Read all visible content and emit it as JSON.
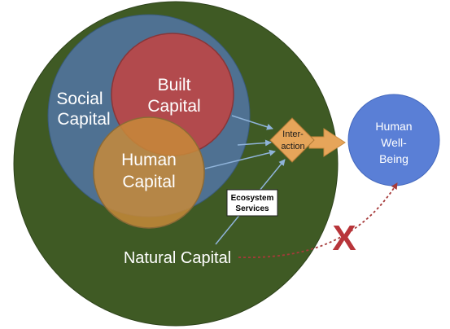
{
  "nodes": {
    "social": {
      "line1": "Social",
      "line2": "Capital"
    },
    "built": {
      "line1": "Built",
      "line2": "Capital"
    },
    "human": {
      "line1": "Human",
      "line2": "Capital"
    },
    "natural": {
      "label": "Natural Capital"
    },
    "ecosystem": {
      "line1": "Ecosystem",
      "line2": "Services"
    },
    "interaction": {
      "line1": "Inter-",
      "line2": "action"
    },
    "wellbeing": {
      "line1": "Human",
      "line2": "Well-",
      "line3": "Being"
    },
    "x_mark": "X"
  },
  "colors": {
    "natural_fill": "#3f5a24",
    "social_fill": "#4f7192",
    "built_fill": "#b24a4d",
    "human_fill": "#b88443",
    "interaction_fill": "#e6a55a",
    "wellbeing_fill": "#5a7fd6",
    "x_mark": "#b8353a"
  }
}
